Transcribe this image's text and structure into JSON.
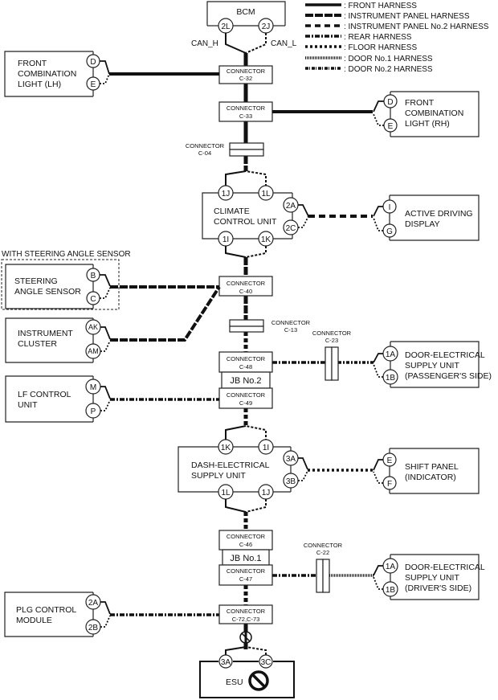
{
  "legend": [
    {
      "style": "front",
      "label": ": FRONT HARNESS"
    },
    {
      "style": "ip",
      "label": ": INSTRUMENT PANEL HARNESS"
    },
    {
      "style": "ip2",
      "label": ": INSTRUMENT PANEL No.2 HARNESS"
    },
    {
      "style": "rear",
      "label": ": REAR HARNESS"
    },
    {
      "style": "floor",
      "label": ": FLOOR HARNESS"
    },
    {
      "style": "door1",
      "label": ": DOOR No.1 HARNESS"
    },
    {
      "style": "door2",
      "label": ": DOOR No.2 HARNESS"
    }
  ],
  "bcm": {
    "name": "BCM",
    "pin_h": "2L",
    "pin_l": "2J",
    "can_h": "CAN_H",
    "can_l": "CAN_L"
  },
  "connectors": {
    "c32": {
      "title": "CONNECTOR",
      "id": "C-32"
    },
    "c33": {
      "title": "CONNECTOR",
      "id": "C-33"
    },
    "c04": {
      "title": "CONNECTOR",
      "id": "C-04"
    },
    "c40": {
      "title": "CONNECTOR",
      "id": "C-40"
    },
    "c13": {
      "title": "CONNECTOR",
      "id": "C-13"
    },
    "c48": {
      "title": "CONNECTOR",
      "id": "C-48"
    },
    "c49": {
      "title": "CONNECTOR",
      "id": "C-49"
    },
    "c23": {
      "title": "CONNECTOR",
      "id": "C-23"
    },
    "c46": {
      "title": "CONNECTOR",
      "id": "C-46"
    },
    "c47": {
      "title": "CONNECTOR",
      "id": "C-47"
    },
    "c22": {
      "title": "CONNECTOR",
      "id": "C-22"
    },
    "c72": {
      "title": "CONNECTOR",
      "id": "C-72,C-73"
    }
  },
  "junction_blocks": {
    "jb2": "JB No.2",
    "jb1": "JB No.1"
  },
  "modules": {
    "fcl_lh": {
      "lines": [
        "FRONT",
        "COMBINATION",
        "LIGHT (LH)"
      ],
      "pins": [
        "D",
        "E"
      ]
    },
    "fcl_rh": {
      "lines": [
        "FRONT",
        "COMBINATION",
        "LIGHT (RH)"
      ],
      "pins": [
        "D",
        "E"
      ]
    },
    "climate": {
      "lines": [
        "CLIMATE",
        "CONTROL UNIT"
      ],
      "pins_top": [
        "1J",
        "1L"
      ],
      "pins_bottom": [
        "1I",
        "1K"
      ],
      "pins_side": [
        "2A",
        "2C"
      ]
    },
    "add": {
      "lines": [
        "ACTIVE DRIVING",
        "DISPLAY"
      ],
      "pins": [
        "I",
        "G"
      ]
    },
    "sas_group": "WITH STEERING ANGLE SENSOR",
    "sas": {
      "lines": [
        "STEERING",
        "ANGLE SENSOR"
      ],
      "pins": [
        "B",
        "C"
      ]
    },
    "cluster": {
      "lines": [
        "INSTRUMENT",
        "CLUSTER"
      ],
      "pins": [
        "AK",
        "AM"
      ]
    },
    "lf": {
      "lines": [
        "LF CONTROL",
        "UNIT"
      ],
      "pins": [
        "M",
        "P"
      ]
    },
    "desu_pass": {
      "lines": [
        "DOOR-ELECTRICAL",
        "SUPPLY UNIT",
        "(PASSENGER'S SIDE)"
      ],
      "pins": [
        "1A",
        "1B"
      ]
    },
    "dash": {
      "lines": [
        "DASH-ELECTRICAL",
        "SUPPLY UNIT"
      ],
      "pins_top": [
        "1K",
        "1I"
      ],
      "pins_bottom": [
        "1L",
        "1J"
      ],
      "pins_side": [
        "3A",
        "3B"
      ]
    },
    "shift": {
      "lines": [
        "SHIFT PANEL",
        "(INDICATOR)"
      ],
      "pins": [
        "E",
        "F"
      ]
    },
    "desu_drv": {
      "lines": [
        "DOOR-ELECTRICAL",
        "SUPPLY UNIT",
        "(DRIVER'S SIDE)"
      ],
      "pins": [
        "1A",
        "1B"
      ]
    },
    "plg": {
      "lines": [
        "PLG CONTROL",
        "MODULE"
      ],
      "pins": [
        "2A",
        "2B"
      ]
    },
    "esu": {
      "name": "ESU",
      "pins": [
        "3A",
        "3C"
      ]
    }
  }
}
